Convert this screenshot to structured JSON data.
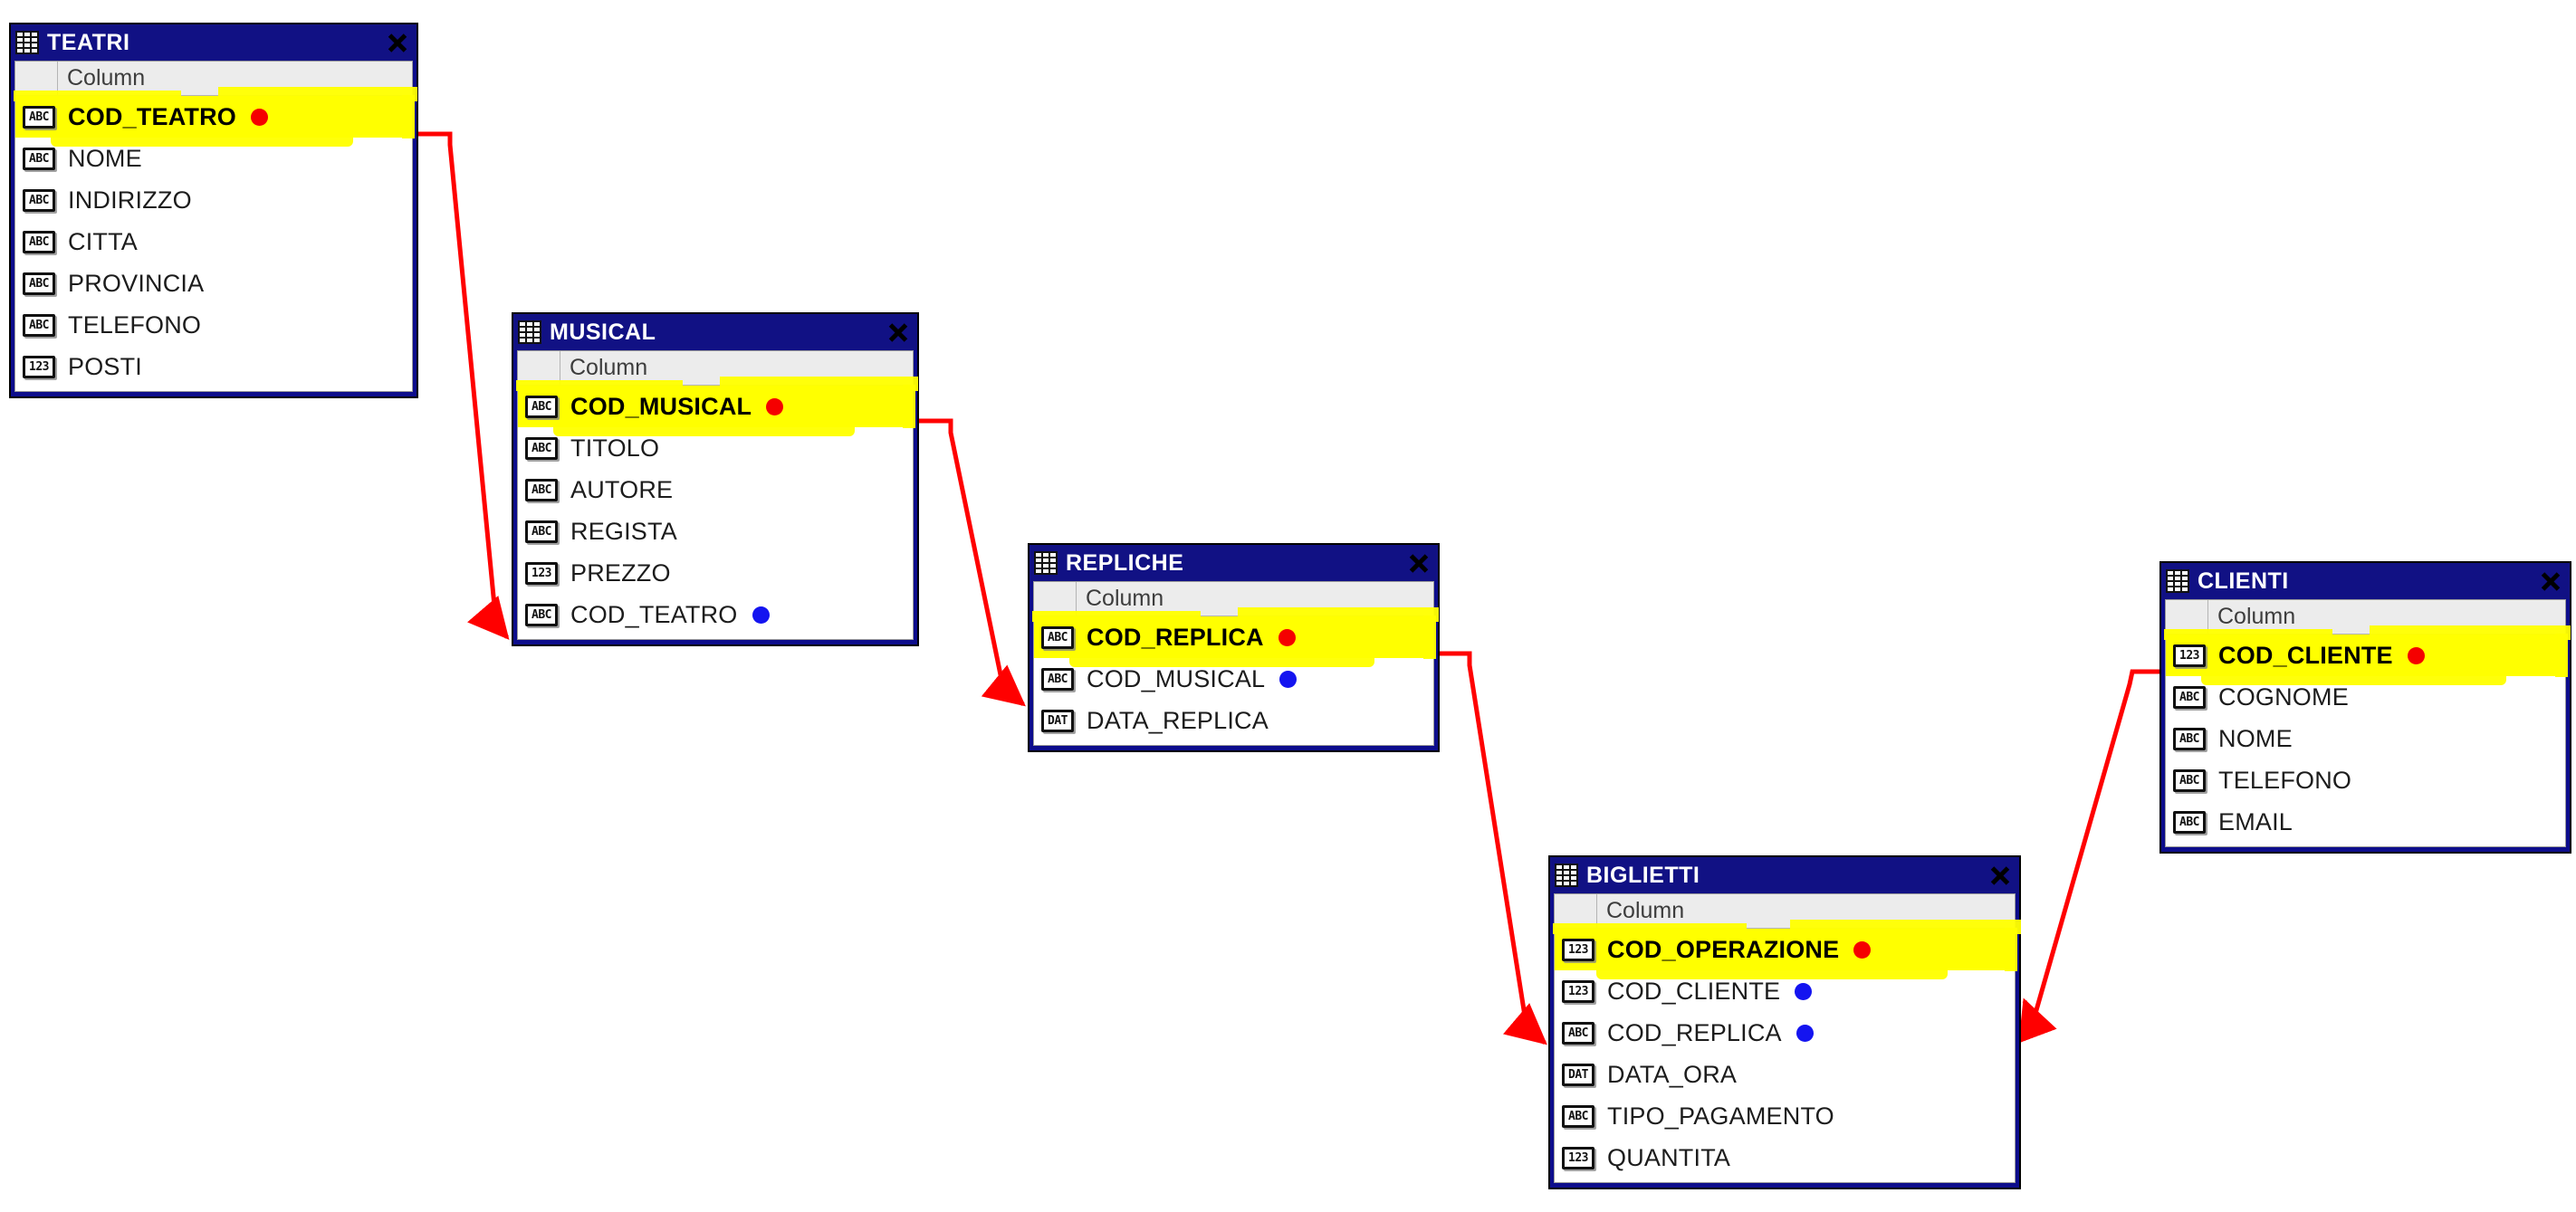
{
  "diagram": {
    "title": "Database ER Diagram",
    "background_color": "#ffffff",
    "link_color": "#ff0000",
    "title_bar_color": "#111184",
    "pk_highlight_color": "#ffff00",
    "pk_dot_color": "#f50000",
    "fk_dot_color": "#1414f0",
    "column_header_label": "Column",
    "close_icon": "close-icon",
    "table_icon": "table-grid-icon"
  },
  "tables": [
    {
      "id": "teatri",
      "name": "TEATRI",
      "header": "Column",
      "columns": [
        {
          "type": "ABC",
          "name": "COD_TEATRO",
          "key": "pk"
        },
        {
          "type": "ABC",
          "name": "NOME",
          "key": ""
        },
        {
          "type": "ABC",
          "name": "INDIRIZZO",
          "key": ""
        },
        {
          "type": "ABC",
          "name": "CITTA",
          "key": ""
        },
        {
          "type": "ABC",
          "name": "PROVINCIA",
          "key": ""
        },
        {
          "type": "ABC",
          "name": "TELEFONO",
          "key": ""
        },
        {
          "type": "123",
          "name": "POSTI",
          "key": ""
        }
      ]
    },
    {
      "id": "musical",
      "name": "MUSICAL",
      "header": "Column",
      "columns": [
        {
          "type": "ABC",
          "name": "COD_MUSICAL",
          "key": "pk"
        },
        {
          "type": "ABC",
          "name": "TITOLO",
          "key": ""
        },
        {
          "type": "ABC",
          "name": "AUTORE",
          "key": ""
        },
        {
          "type": "ABC",
          "name": "REGISTA",
          "key": ""
        },
        {
          "type": "123",
          "name": "PREZZO",
          "key": ""
        },
        {
          "type": "ABC",
          "name": "COD_TEATRO",
          "key": "fk"
        }
      ]
    },
    {
      "id": "repliche",
      "name": "REPLICHE",
      "header": "Column",
      "columns": [
        {
          "type": "ABC",
          "name": "COD_REPLICA",
          "key": "pk"
        },
        {
          "type": "ABC",
          "name": "COD_MUSICAL",
          "key": "fk"
        },
        {
          "type": "DAT",
          "name": "DATA_REPLICA",
          "key": ""
        }
      ]
    },
    {
      "id": "biglietti",
      "name": "BIGLIETTI",
      "header": "Column",
      "columns": [
        {
          "type": "123",
          "name": "COD_OPERAZIONE",
          "key": "pk"
        },
        {
          "type": "123",
          "name": "COD_CLIENTE",
          "key": "fk"
        },
        {
          "type": "ABC",
          "name": "COD_REPLICA",
          "key": "fk"
        },
        {
          "type": "DAT",
          "name": "DATA_ORA",
          "key": ""
        },
        {
          "type": "ABC",
          "name": "TIPO_PAGAMENTO",
          "key": ""
        },
        {
          "type": "123",
          "name": "QUANTITA",
          "key": ""
        }
      ]
    },
    {
      "id": "clienti",
      "name": "CLIENTI",
      "header": "Column",
      "columns": [
        {
          "type": "123",
          "name": "COD_CLIENTE",
          "key": "pk"
        },
        {
          "type": "ABC",
          "name": "COGNOME",
          "key": ""
        },
        {
          "type": "ABC",
          "name": "NOME",
          "key": ""
        },
        {
          "type": "ABC",
          "name": "TELEFONO",
          "key": ""
        },
        {
          "type": "ABC",
          "name": "EMAIL",
          "key": ""
        }
      ]
    }
  ],
  "relationships": [
    {
      "id": "rel-teatri-musical",
      "from_table": "TEATRI",
      "from_column": "COD_TEATRO",
      "to_table": "MUSICAL",
      "to_column": "COD_TEATRO"
    },
    {
      "id": "rel-musical-repliche",
      "from_table": "MUSICAL",
      "from_column": "COD_MUSICAL",
      "to_table": "REPLICHE",
      "to_column": "COD_MUSICAL"
    },
    {
      "id": "rel-repliche-biglietti",
      "from_table": "REPLICHE",
      "from_column": "COD_REPLICA",
      "to_table": "BIGLIETTI",
      "to_column": "COD_REPLICA"
    },
    {
      "id": "rel-clienti-biglietti",
      "from_table": "CLIENTI",
      "from_column": "COD_CLIENTE",
      "to_table": "BIGLIETTI",
      "to_column": "COD_CLIENTE"
    }
  ]
}
